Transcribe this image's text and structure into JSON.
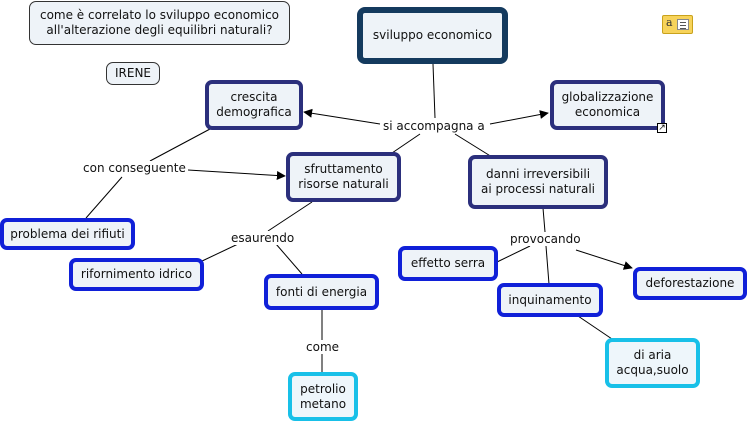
{
  "nodes": {
    "question": "come è correlato lo sviluppo economico\nall'alterazione degli equilibri naturali?",
    "author": "IRENE",
    "sviluppo": "sviluppo economico",
    "crescita": "crescita\ndemografica",
    "globalizzazione": "globalizzazione\neconomica",
    "sfruttamento": "sfruttamento\nrisorse naturali",
    "danni": "danni irreversibili\nai processi naturali",
    "rifiuti": "problema dei rifiuti",
    "idrico": "rifornimento idrico",
    "energia": "fonti di energia",
    "petrolio": "petrolio\nmetano",
    "serra": "effetto serra",
    "inquinamento": "inquinamento",
    "deforestazione": "deforestazione",
    "aria": "di aria\nacqua,suolo"
  },
  "links": {
    "accompagna": "si accompagna a",
    "conseguente": "con conseguente",
    "esaurendo": "esaurendo",
    "provocando": "provocando",
    "come": "come"
  },
  "icons": {
    "note": "note-icon",
    "hyperlink": "hyperlink-icon"
  },
  "colors": {
    "navy_border": "#2b2f7c",
    "root_border": "#143a5e",
    "blue_border": "#1020d8",
    "cyan_border": "#18c0e8",
    "node_fill": "#eef3f8"
  }
}
